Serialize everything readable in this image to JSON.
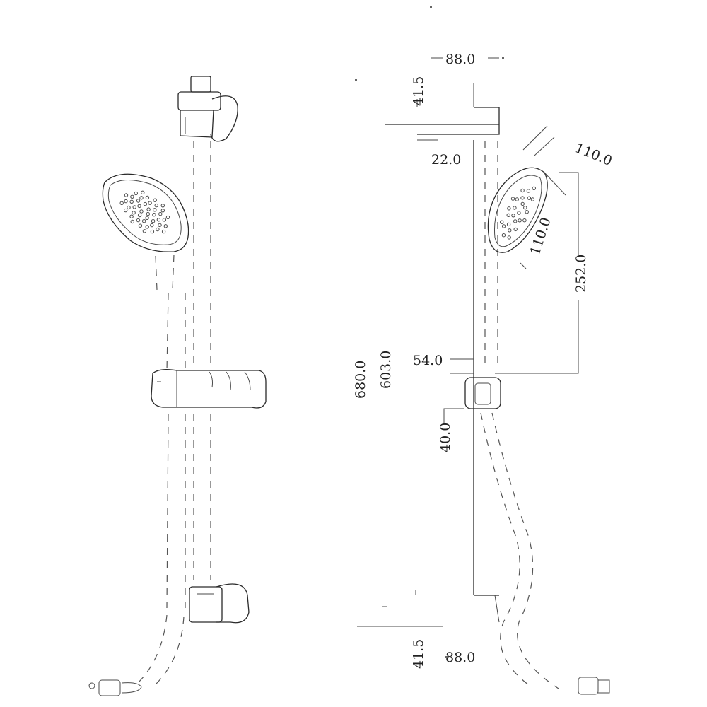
{
  "views": {
    "front": {
      "label": ""
    },
    "side": {
      "label": ""
    }
  },
  "dimensions": {
    "top_width": "88.0",
    "top_offset": "41.5",
    "bracket_depth": "22.0",
    "head_diameter_a": "110.0",
    "head_diameter_b": "110.0",
    "head_height": "252.0",
    "holder_offset": "54.0",
    "total_length": "680.0",
    "bar_length": "603.0",
    "holder_size": "40.0",
    "bottom_offset": "41.5",
    "bottom_width": "88.0"
  },
  "colors": {
    "line": "#2a2a2a",
    "background": "#ffffff"
  }
}
